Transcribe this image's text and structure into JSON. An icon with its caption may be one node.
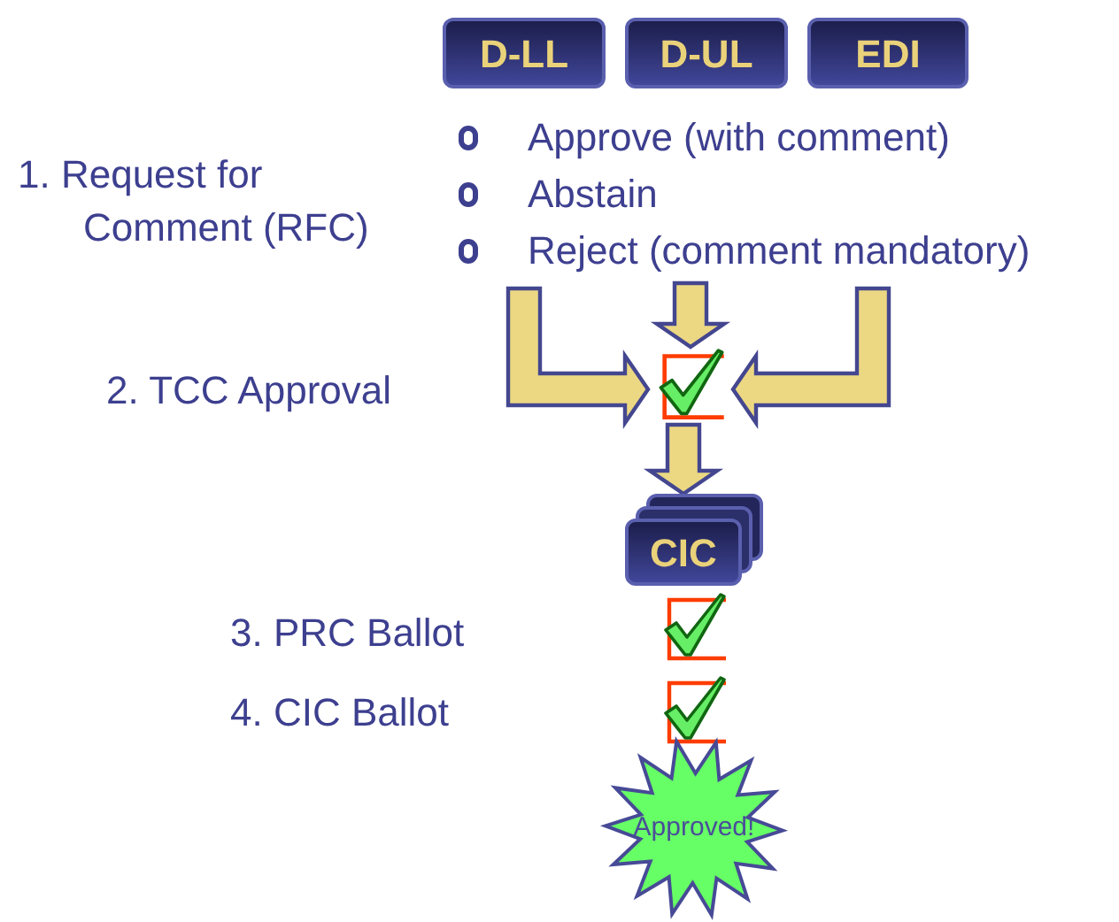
{
  "diagram": {
    "nodes": [
      {
        "text": [
          "D-LL"
        ]
      },
      {
        "text": [
          "D-UL"
        ]
      },
      {
        "text": [
          "EDI"
        ]
      },
      {
        "text": [
          "Approve (with comment)",
          "Abstain",
          "Reject (comment mandatory)"
        ]
      },
      {
        "text": [],
        "shape": "picture"
      },
      {
        "text": [
          "CIC"
        ]
      },
      {
        "text": [],
        "shape": "picture"
      },
      {
        "text": [],
        "shape": "picture"
      },
      {
        "text": [
          "Approved!"
        ]
      }
    ],
    "edges": [
      {
        "from": 3,
        "to": 4,
        "arrow": "to"
      },
      {
        "from": null,
        "to": 4,
        "arrow": "to"
      },
      {
        "from": null,
        "to": 4,
        "arrow": "to"
      },
      {
        "from": 4,
        "to": 5,
        "arrow": "to"
      }
    ],
    "labels": [
      "1. Request for Comment (RFC)",
      "2. TCC Approval",
      "3. PRC Ballot",
      "4. CIC Ballot"
    ]
  }
}
